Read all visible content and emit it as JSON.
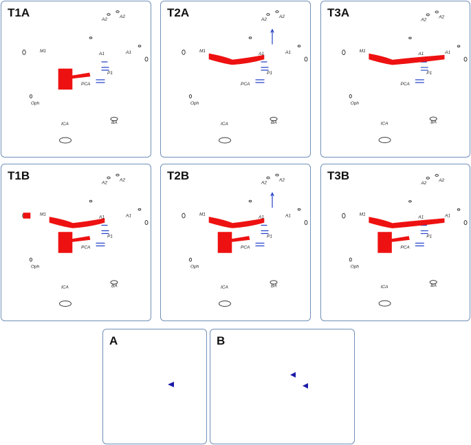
{
  "panels": [
    {
      "id": "t1a",
      "title": "T1A",
      "variant": "full",
      "occlusion": "ica_pca",
      "arrow_a2": false
    },
    {
      "id": "t2a",
      "title": "T2A",
      "variant": "full",
      "occlusion": "m1_a1",
      "arrow_a2": true
    },
    {
      "id": "t3a",
      "title": "T3A",
      "variant": "full",
      "occlusion": "m1_a1_long",
      "arrow_a2": false
    },
    {
      "id": "t1b",
      "title": "T1B",
      "variant": "full",
      "occlusion": "ica_pca_m1tip",
      "arrow_a2": false
    },
    {
      "id": "t2b",
      "title": "T2B",
      "variant": "full",
      "occlusion": "ica_m1_a1_pca",
      "arrow_a2": true
    },
    {
      "id": "t3b",
      "title": "T3B",
      "variant": "full",
      "occlusion": "ica_m1_a1_long_pca",
      "arrow_a2": false
    },
    {
      "id": "a",
      "title": "A",
      "variant": "small_a",
      "occlusion": "none",
      "arrow_a2": false
    },
    {
      "id": "b",
      "title": "B",
      "variant": "small_b",
      "occlusion": "none",
      "arrow_a2": false
    }
  ],
  "labels": {
    "a2_left": "A2",
    "a2_right": "A2",
    "m1": "M1",
    "a1_left": "A1",
    "a1_right": "A1",
    "p1": "P1",
    "pca": "PCA",
    "oph": "Oph",
    "ica": "ICA",
    "ba": "BA"
  },
  "colors": {
    "occlusion": "#ee1111",
    "flow_arrow": "#2340c8",
    "arrowhead": "#1a1aa8",
    "outline": "#3a3a3a",
    "border": "#6f8fb8"
  }
}
